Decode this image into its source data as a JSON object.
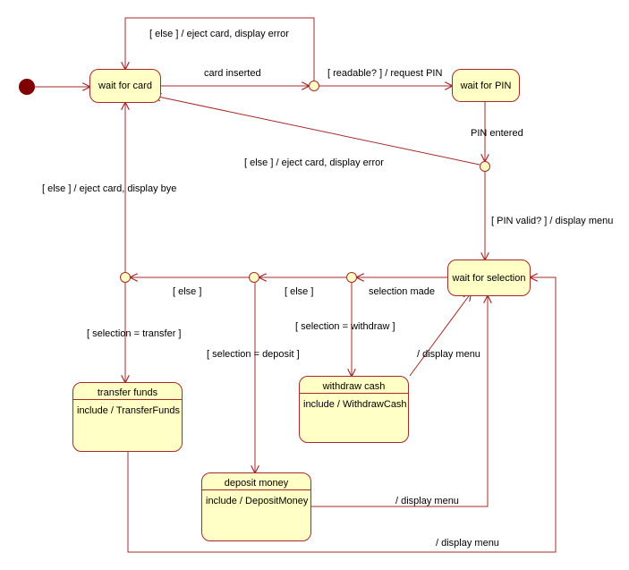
{
  "colors": {
    "state_fill": "#ffffc6",
    "border": "#a52a2a",
    "initial": "#800000"
  },
  "states": {
    "wait_for_card": "wait for card",
    "wait_for_pin": "wait for PIN",
    "wait_for_selection": "wait for selection",
    "transfer_funds": {
      "title": "transfer funds",
      "activity": "include / TransferFunds"
    },
    "withdraw_cash": {
      "title": "withdraw cash",
      "activity": "include / WithdrawCash"
    },
    "deposit_money": {
      "title": "deposit money",
      "activity": "include / DepositMoney"
    }
  },
  "transitions": {
    "else_eject_error_top": "[ else ] / eject card, display error",
    "card_inserted": "card inserted",
    "readable_request_pin": "[ readable? ] / request PIN",
    "pin_entered": "PIN entered",
    "else_eject_error_mid": "[ else ] / eject card, display error",
    "else_eject_bye": "[ else ] / eject card, display bye",
    "pin_valid_display_menu": "[ PIN valid? ] / display menu",
    "else_left": "[ else ]",
    "else_mid": "[ else ]",
    "selection_made": "selection made",
    "selection_withdraw": "[ selection = withdraw ]",
    "selection_transfer": "[ selection = transfer ]",
    "selection_deposit": "[ selection = deposit ]",
    "display_menu_withdraw": "/ display menu",
    "display_menu_deposit": "/ display menu",
    "display_menu_transfer": "/ display menu"
  }
}
